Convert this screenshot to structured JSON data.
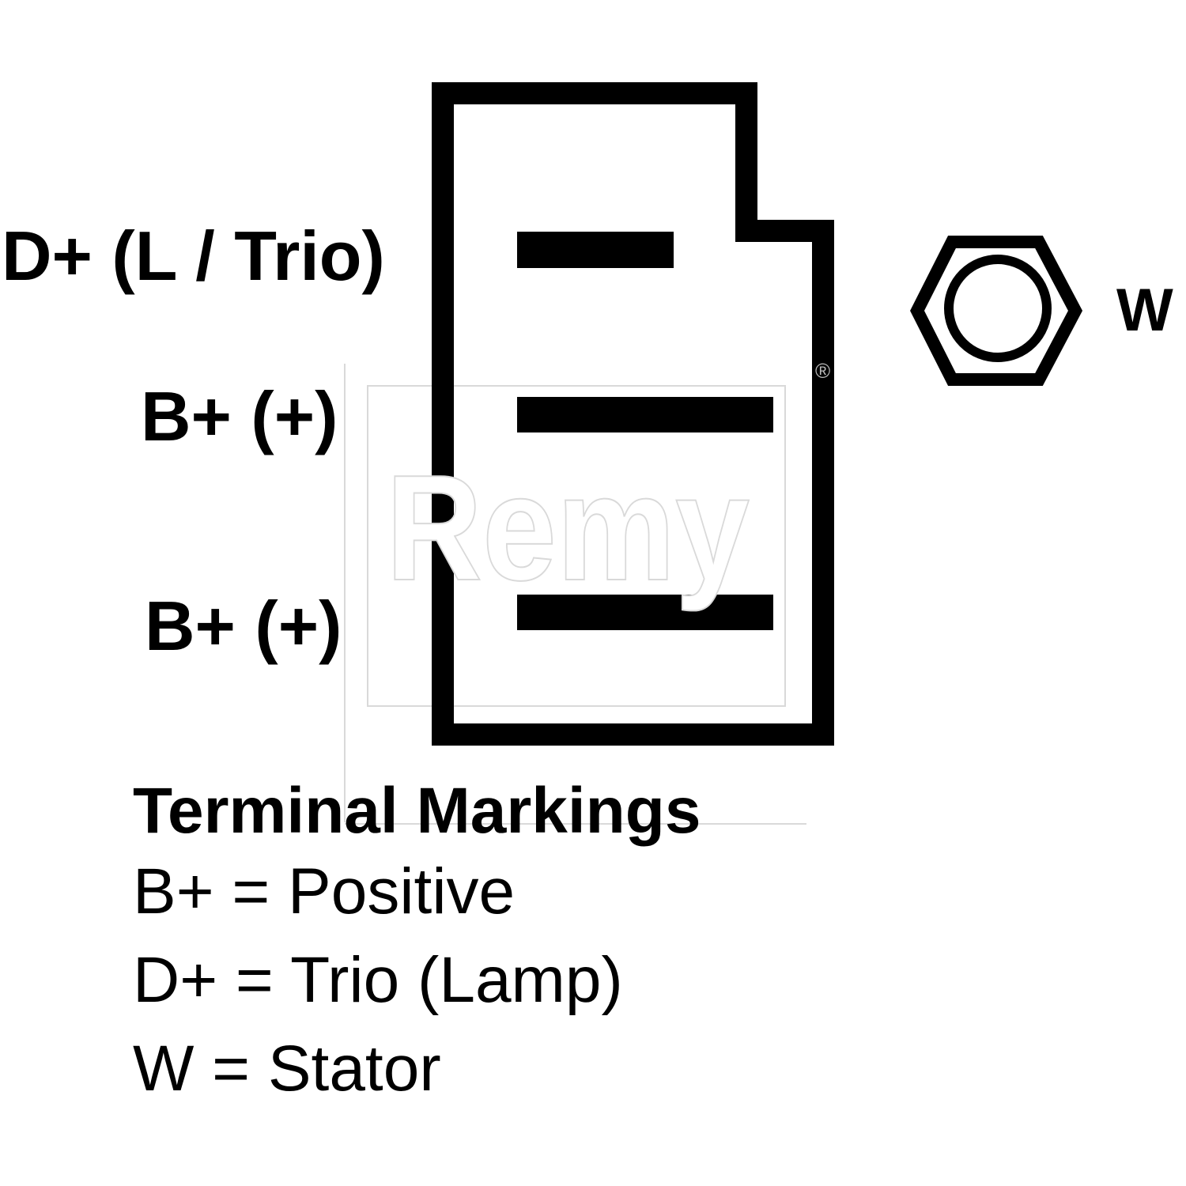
{
  "labels": {
    "d_plus": "D+ (L / Trio)",
    "b_plus_upper": "B+ (+)",
    "b_plus_lower": "B+ (+)",
    "w": "W"
  },
  "legend": {
    "title": "Terminal Markings",
    "lines": [
      "B+ = Positive",
      "D+ = Trio (Lamp)",
      "W = Stator"
    ]
  },
  "watermark": {
    "logo": "Remy",
    "registered": "®"
  },
  "colors": {
    "ink": "#000000",
    "background": "#ffffff",
    "watermark_outline": "#d9d9d9"
  }
}
